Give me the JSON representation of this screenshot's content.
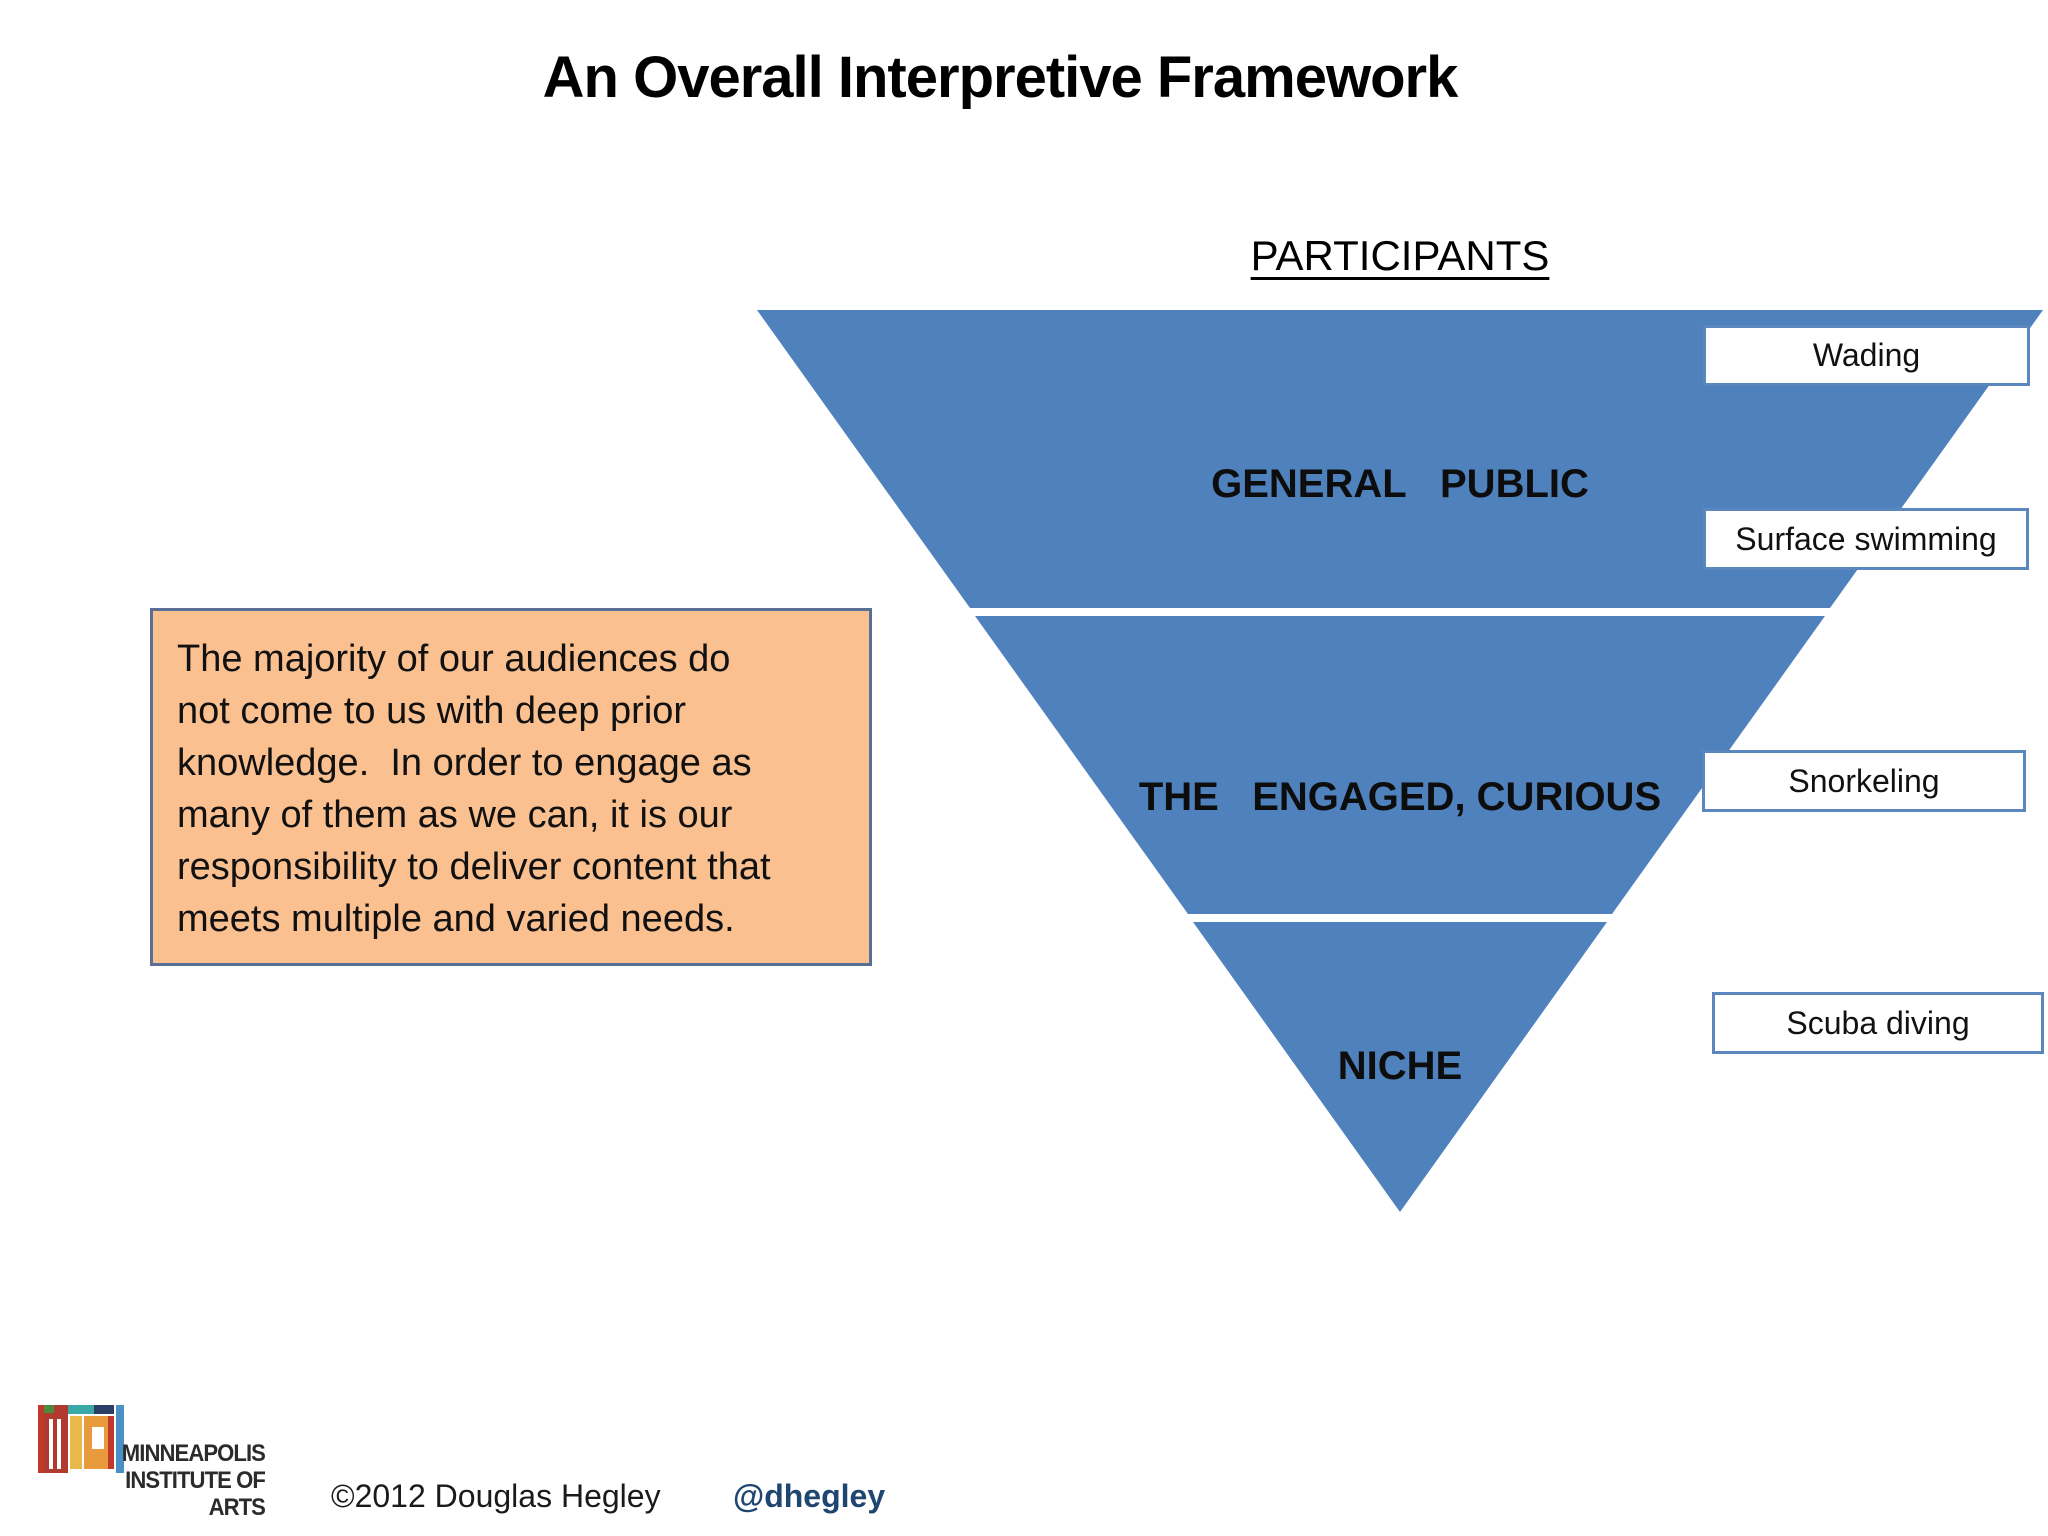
{
  "slide": {
    "title": "An Overall Interpretive Framework",
    "participants_label": "PARTICIPANTS"
  },
  "funnel": {
    "type": "inverted-pyramid",
    "sections": [
      {
        "label": "GENERAL   PUBLIC",
        "depth_label": "Wading / Surface swimming"
      },
      {
        "label": "THE   ENGAGED, CURIOUS",
        "depth_label": "Snorkeling"
      },
      {
        "label": "NICHE",
        "depth_label": "Scuba diving"
      }
    ]
  },
  "depth_boxes": [
    {
      "label": "Wading"
    },
    {
      "label": "Surface swimming"
    },
    {
      "label": "Snorkeling"
    },
    {
      "label": "Scuba diving"
    }
  ],
  "callout": {
    "lines": [
      "The majority of our audiences do",
      "not come to us with deep prior",
      "knowledge.  In order to engage as",
      "many of them as we can, it is our",
      "responsibility to deliver content that",
      "meets multiple and varied needs."
    ]
  },
  "footer": {
    "logo_line1": "MINNEAPOLIS",
    "logo_line2": "INSTITUTE OF ARTS",
    "copyright": "©2012 Douglas Hegley",
    "handle": "@dhegley"
  },
  "colors": {
    "funnel_blue": "#4f81bd",
    "box_border_blue": "#5b87be",
    "callout_bg": "#fac090",
    "callout_border": "#5a6f96",
    "handle_blue": "#1f4670"
  }
}
